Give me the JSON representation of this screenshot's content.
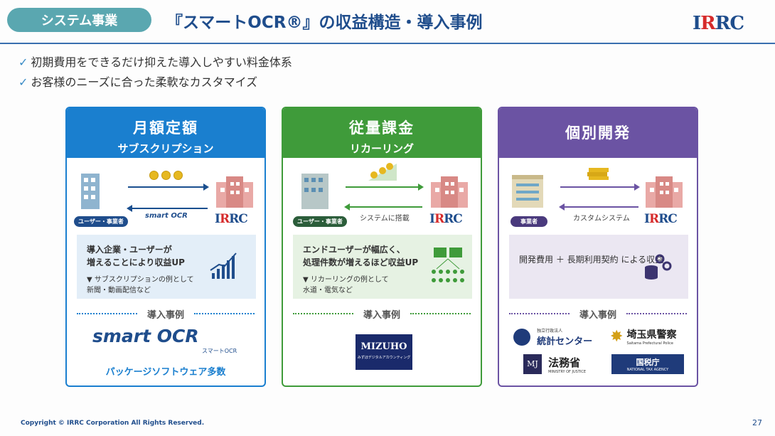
{
  "header": {
    "section_pill": "システム事業",
    "title": "『スマートOCR®』の収益構造・導入事例",
    "logo": "IRRC"
  },
  "bullets": [
    "初期費用をできるだけ抑えた導入しやすい料金体系",
    "お客様のニーズに合った柔軟なカスタマイズ"
  ],
  "colors": {
    "blue": "#1a7fcf",
    "green": "#3f9b3a",
    "purple": "#6b53a3",
    "accent": "#1f4d8c",
    "red": "#d62b2b"
  },
  "cards": [
    {
      "title": "月額定額",
      "subtitle": "サブスクリプション",
      "user_tag": "ユーザー・事業者",
      "arrow_label": "smart OCR",
      "box_main": "導入企業・ユーザーが\n増えることにより収益UP",
      "box_sub": "▼ サブスクリプションの例として\n新聞・動画配信など",
      "case_label": "導入事例",
      "case_logo": "smart OCR",
      "case_logo_sub": "スマートOCR",
      "case_caption": "パッケージソフトウェア多数"
    },
    {
      "title": "従量課金",
      "subtitle": "リカーリング",
      "user_tag": "ユーザー・事業者",
      "arrow_label": "システムに搭載",
      "box_main": "エンドユーザーが幅広く、\n処理件数が増えるほど収益UP",
      "box_sub": "▼ リカーリングの例として\n水道・電気など",
      "case_label": "導入事例",
      "case_logo": "MIZUHO",
      "case_logo_sub": "みずほデジタルアカウンティング"
    },
    {
      "title": "個別開発",
      "user_tag": "事業者",
      "arrow_label": "カスタムシステム",
      "box_main": "開発費用 ＋ 長期利用契約\nによる収益",
      "case_label": "導入事例",
      "clients": [
        {
          "pre": "独立行政法人",
          "name": "統計センター"
        },
        {
          "name": "埼玉県警察",
          "sub": "Saitama Prefectural Police"
        },
        {
          "name": "法務省",
          "sub": "MINISTRY OF JUSTICE"
        },
        {
          "name": "国税庁",
          "sub": "NATIONAL TAX AGENCY"
        }
      ]
    }
  ],
  "footer": {
    "copyright": "Copyright © IRRC Corporation All Rights Reserved.",
    "page": "27"
  }
}
